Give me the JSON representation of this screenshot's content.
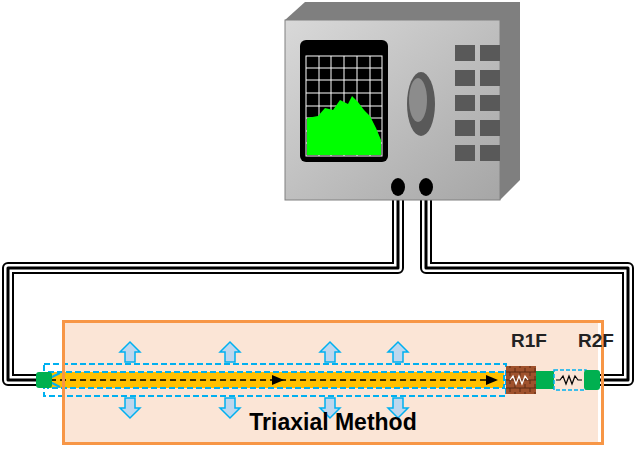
{
  "diagram": {
    "nodes": [
      {
        "text": [
          "Triaxial Method"
        ]
      }
    ],
    "labels": [
      "R1F",
      "R2F"
    ]
  }
}
